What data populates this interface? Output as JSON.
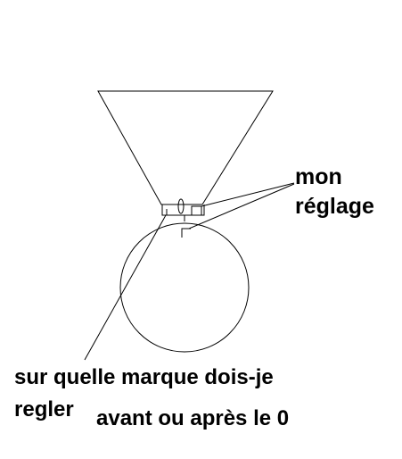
{
  "labels": {
    "mon": "mon",
    "reglage": "réglage",
    "question_line1": "sur quelle marque dois-je",
    "question_line2": "regler",
    "question_line3": "avant ou après le 0"
  },
  "colors": {
    "stroke": "#000000",
    "background": "#ffffff"
  }
}
